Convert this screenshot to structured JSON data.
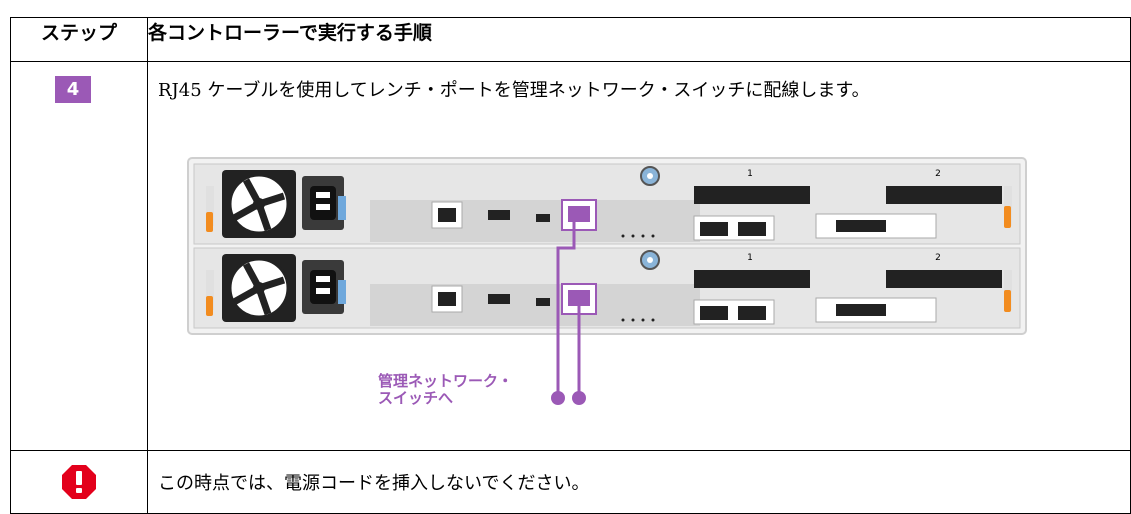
{
  "header": {
    "step_col": "ステップ",
    "proc_col": "各コントローラーで実行する手順"
  },
  "row_step4": {
    "step_number": "4",
    "instruction": "RJ45 ケーブルを使用してレンチ・ポートを管理ネットワーク・スイッチに配線します。"
  },
  "diagram": {
    "callout_line1": "管理ネットワーク・",
    "callout_line2": "スイッチへ",
    "port_group_labels": [
      "1",
      "2"
    ]
  },
  "row_warning": {
    "icon": "exclamation-icon",
    "text": "この時点では、電源コードを挿入しないでください。"
  },
  "colors": {
    "accent": "#9b59b6",
    "warning": "#e3001b"
  }
}
